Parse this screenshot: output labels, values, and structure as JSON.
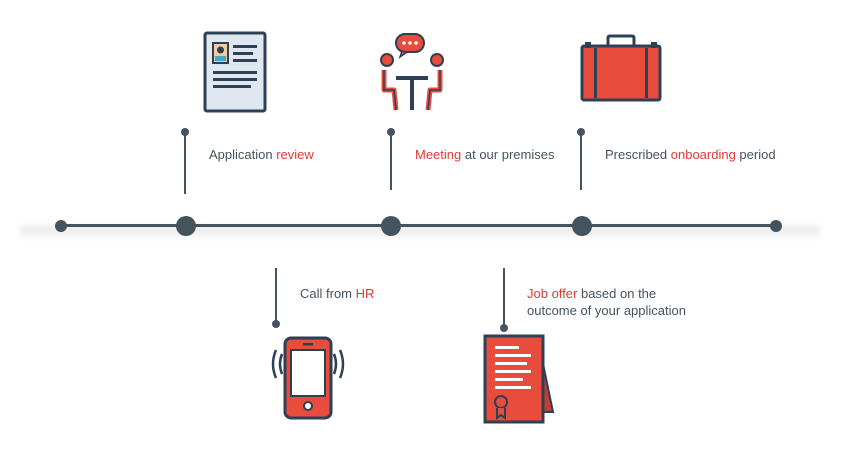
{
  "colors": {
    "accent": "#e03a35",
    "dark": "#45535e",
    "icon_fill": "#e84c3d",
    "icon_dark": "#2e4055"
  },
  "steps": [
    {
      "icon": "resume-icon",
      "pre": "Application ",
      "highlight": "review",
      "post": ""
    },
    {
      "icon": "phone-icon",
      "pre": "Call from ",
      "highlight": "HR",
      "post": ""
    },
    {
      "icon": "meeting-icon",
      "pre": "",
      "highlight": "Meeting",
      "post": " at our premises"
    },
    {
      "icon": "certificate-icon",
      "pre": "",
      "highlight": "Job offer",
      "post": " based on the",
      "line2": "outcome of your application"
    },
    {
      "icon": "briefcase-icon",
      "pre": "Prescribed ",
      "highlight": "onboarding",
      "post": " period"
    }
  ]
}
